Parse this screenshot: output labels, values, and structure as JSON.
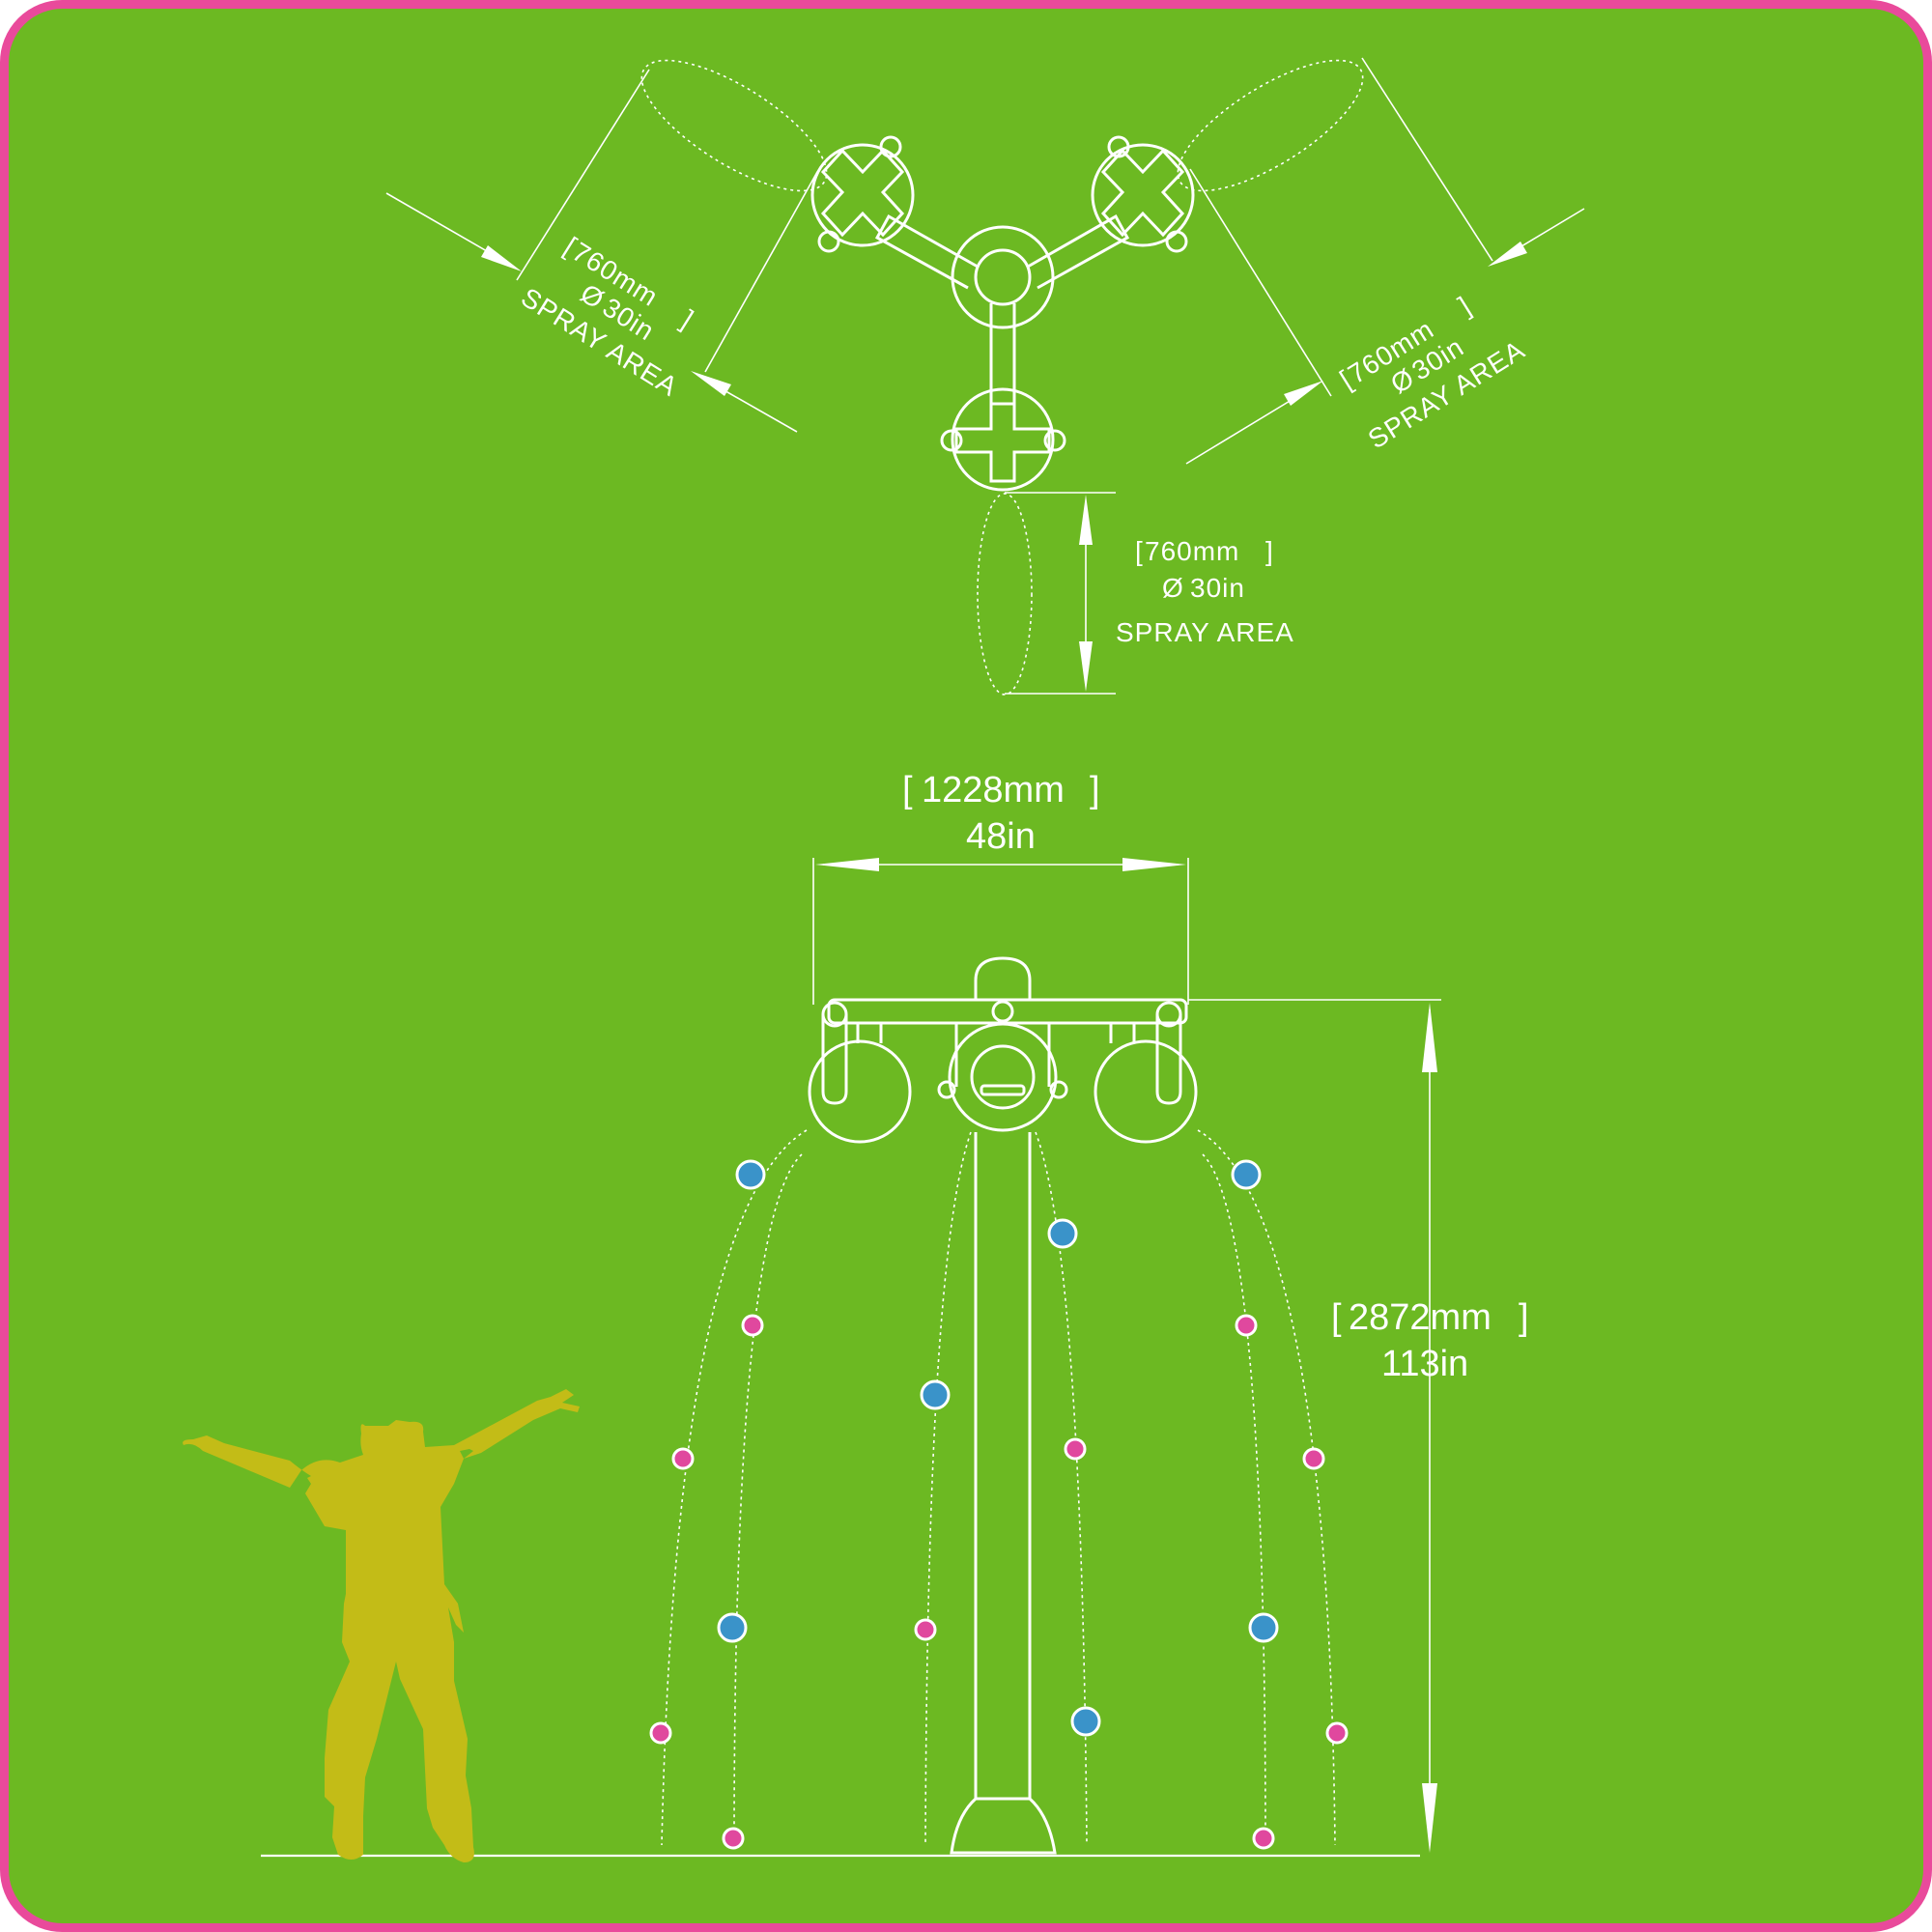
{
  "colors": {
    "background": "#6cb922",
    "border": "#e94a9b",
    "lines": "#ffffff",
    "droplet_blue": "#3a93c9",
    "droplet_pink": "#e0489e",
    "child_silhouette": "#c3bc17"
  },
  "top_view": {
    "left_spray": {
      "size_mm": "760mm",
      "size_in": "30in",
      "caption": "SPRAY AREA",
      "diameter_symbol": "Ø"
    },
    "right_spray": {
      "size_mm": "760mm",
      "size_in": "30in",
      "caption": "SPRAY AREA",
      "diameter_symbol": "Ø"
    },
    "bottom_spray": {
      "size_mm": "760mm",
      "size_in": "30in",
      "caption": "SPRAY AREA",
      "diameter_symbol": "Ø"
    }
  },
  "side_view": {
    "width": {
      "mm": "1228mm",
      "in": "48in"
    },
    "height": {
      "mm": "2872mm",
      "in": "113in"
    }
  },
  "icons": {
    "child": "child-silhouette-icon"
  }
}
